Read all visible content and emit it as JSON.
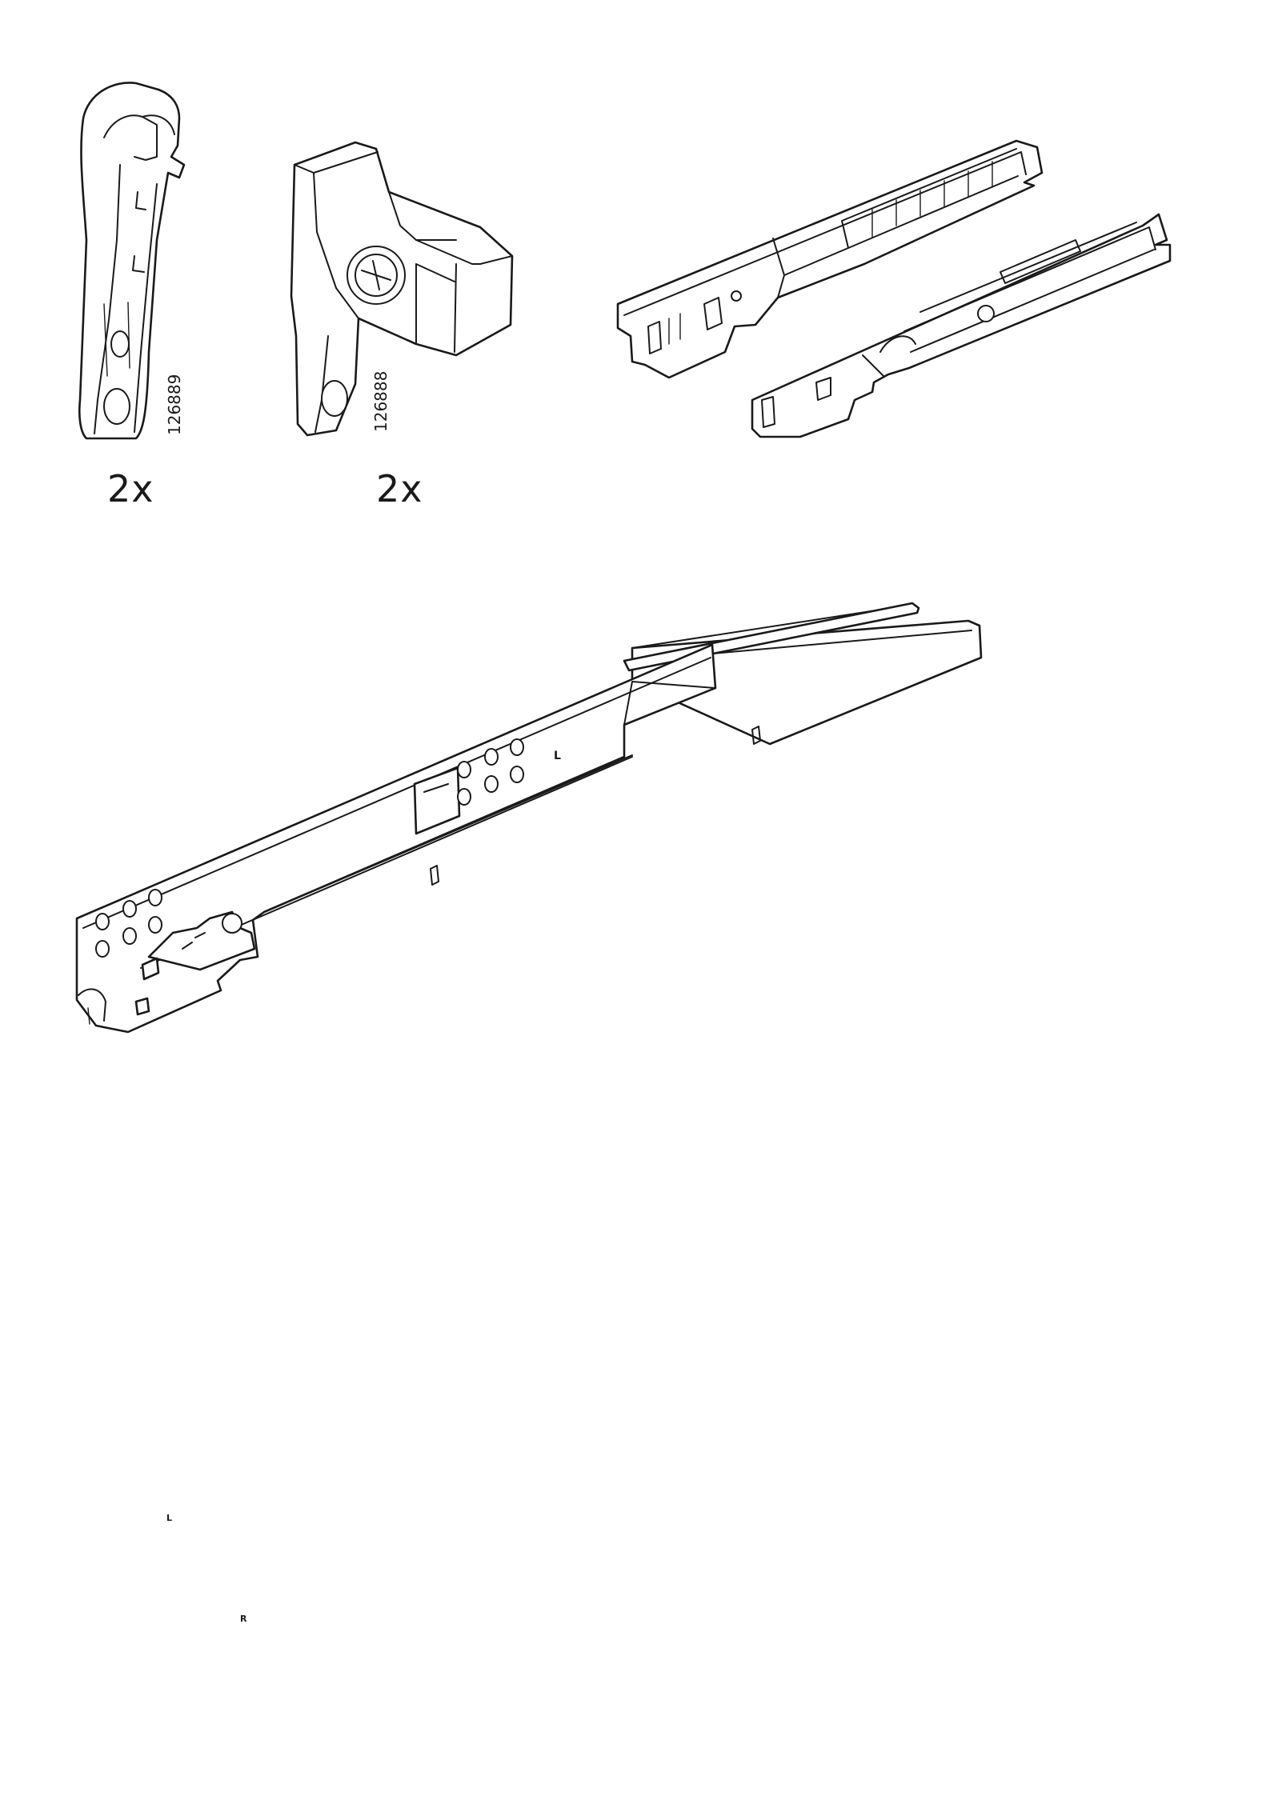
{
  "parts": {
    "clip_a": {
      "article_number": "126889",
      "quantity": "2x"
    },
    "clip_b": {
      "article_number": "126888",
      "quantity": "2x"
    }
  },
  "runner_marks": {
    "left_runner": "L",
    "rod_left": "L",
    "rod_right": "R"
  },
  "icons": [
    "bracket-clip-icon",
    "locking-device-icon",
    "damper-icon",
    "drawer-runner-icon",
    "sync-rod-icon"
  ]
}
